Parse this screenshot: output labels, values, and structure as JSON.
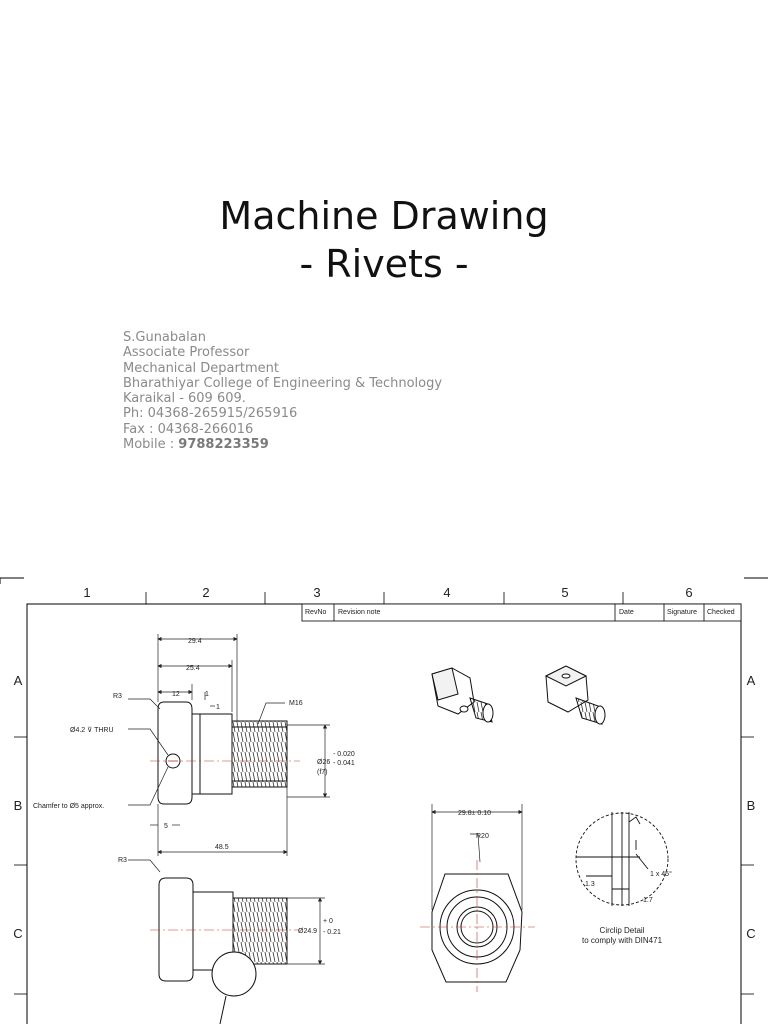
{
  "title": {
    "line1": "Machine Drawing",
    "line2": "- Rivets -"
  },
  "author": {
    "name": "S.Gunabalan",
    "position": "Associate Professor",
    "department": "Mechanical Department",
    "college": "Bharathiyar College of Engineering & Technology",
    "address": "Karaikal - 609 609.",
    "phone": "Ph: 04368-265915/265916",
    "fax": "Fax : 04368-266016",
    "mobile_label": "Mobile : ",
    "mobile_number": "9788223359"
  },
  "drawing": {
    "columns": [
      "1",
      "2",
      "3",
      "4",
      "5",
      "6"
    ],
    "rows": [
      "A",
      "B",
      "C"
    ],
    "title_block": {
      "rev_no": "RevNo",
      "revision_note": "Revision note",
      "date": "Date",
      "signature": "Signature",
      "checked": "Checked"
    },
    "dims": {
      "d29_4": "29.4",
      "d25_4": "25.4",
      "d12": "12",
      "d1a": "1",
      "d1b": "1",
      "r3_top": "R3",
      "hole": "Ø4.2 ⊽ THRU",
      "thread": "M16",
      "dia26": "Ø26",
      "tol_a": "- 0.020",
      "tol_b": "- 0.041",
      "fit": "(f7)",
      "chamfer": "Chamfer to Ø5 approx.",
      "d5": "5",
      "d48_5": "48.5",
      "r3_bottom": "R3",
      "dia24_9": "Ø24.9",
      "tol_c": "+ 0",
      "tol_d": "- 0.21",
      "d29_8": "29.8± 0.10",
      "r20": "R20",
      "d1x45": "1 x 45°",
      "d1_3": "1.3",
      "d1_7": "1.7",
      "circlip_line1": "Circlip Detail",
      "circlip_line2": "to comply with DIN471"
    }
  }
}
